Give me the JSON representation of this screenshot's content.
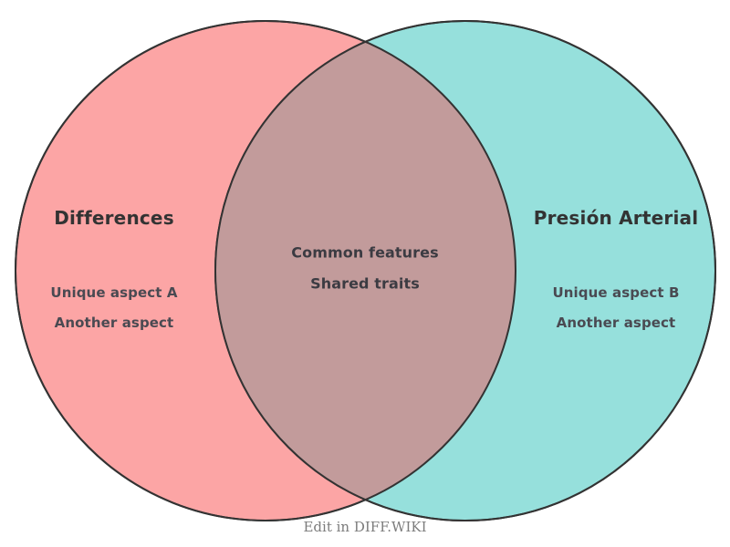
{
  "diagram": {
    "type": "venn",
    "background_color": "#ffffff",
    "stroke_color": "#333333",
    "left_set": {
      "title": "Differences",
      "fill_color": "#fca5a5",
      "items": [
        "Unique aspect A",
        "Another aspect"
      ]
    },
    "right_set": {
      "title": "Presión Arterial",
      "fill_color": "#96e0dc",
      "items": [
        "Unique aspect B",
        "Another aspect"
      ]
    },
    "intersection": {
      "fill_color": "#c29b9b",
      "items": [
        "Common features",
        "Shared traits"
      ]
    }
  },
  "footer": {
    "watermark": "Edit in DIFF.WIKI"
  }
}
